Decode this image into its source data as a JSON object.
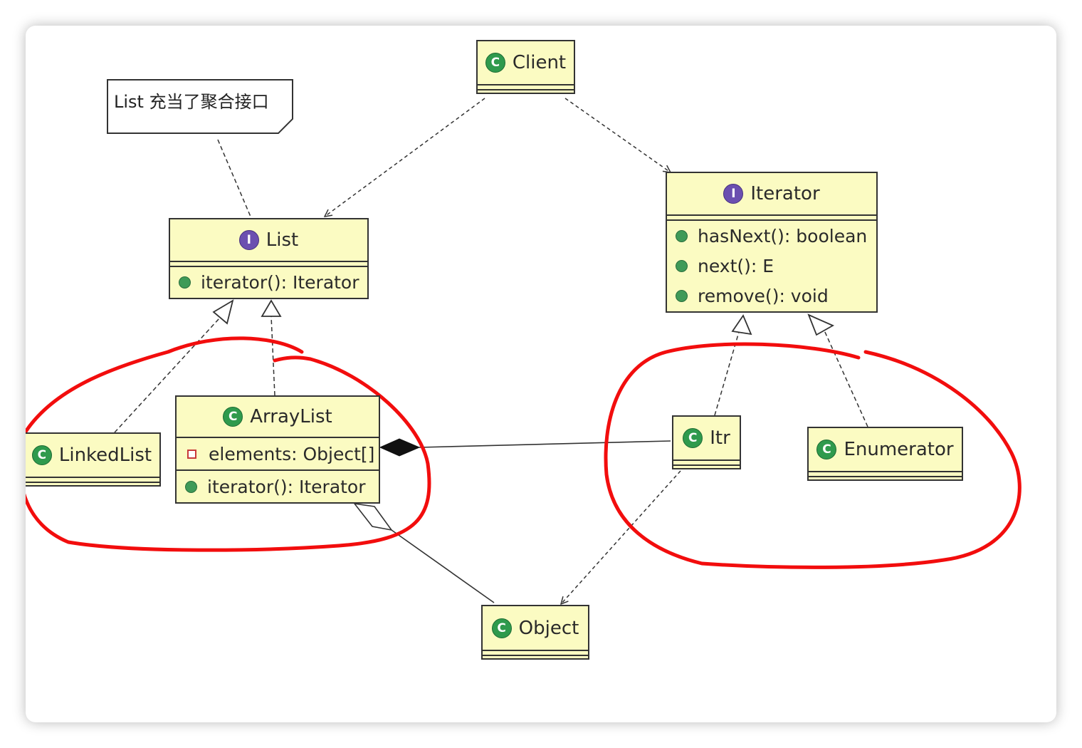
{
  "note": {
    "text": "List 充当了聚合接口"
  },
  "classes": {
    "client": {
      "name": "Client"
    },
    "list": {
      "name": "List",
      "methods": [
        "iterator(): Iterator"
      ]
    },
    "iterator": {
      "name": "Iterator",
      "methods": [
        "hasNext(): boolean",
        "next(): E",
        "remove(): void"
      ]
    },
    "arraylist": {
      "name": "ArrayList",
      "fields": [
        "elements: Object[]"
      ],
      "methods": [
        "iterator(): Iterator"
      ]
    },
    "linkedlist": {
      "name": "LinkedList"
    },
    "itr": {
      "name": "Itr"
    },
    "enumerator": {
      "name": "Enumerator"
    },
    "object": {
      "name": "Object"
    }
  },
  "badges": {
    "class": "C",
    "interface": "I"
  },
  "colors": {
    "box_fill": "#fbfbc2",
    "class_badge": "#2f9a4d",
    "interface_badge": "#6b4fb0",
    "highlight": "#ff0000"
  }
}
